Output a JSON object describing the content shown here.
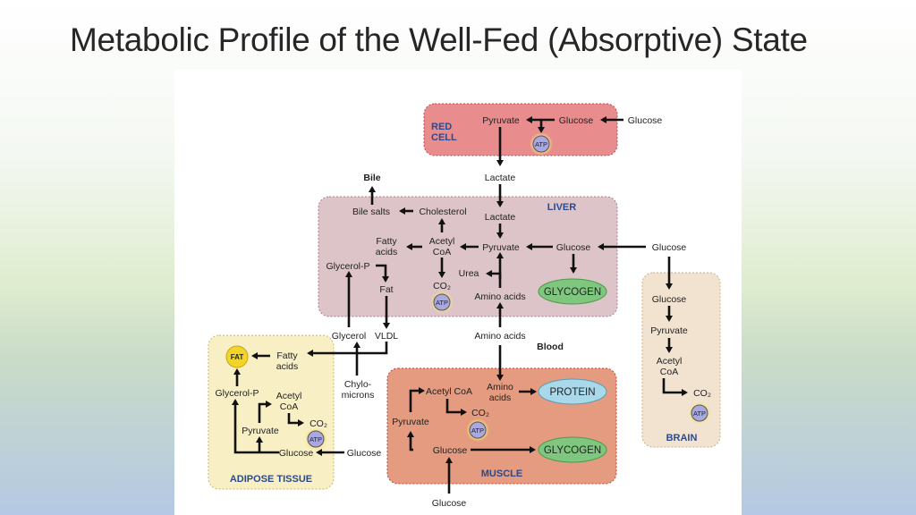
{
  "title": "Metabolic Profile of the Well-Fed (Absorptive) State",
  "colors": {
    "red_cell": "#e98c8e",
    "liver": "#dcc4c9",
    "brain": "#f1e3d0",
    "adipose": "#f8efc4",
    "muscle": "#e59b7f",
    "glycogen": "#7fc77f",
    "protein": "#a8d8ea",
    "fat": "#f2d42a",
    "atp": "#a9a9e0",
    "organ_label": "#2a4a8c"
  },
  "red_cell": {
    "label_1": "RED",
    "label_2": "CELL",
    "pyruvate": "Pyruvate",
    "glucose": "Glucose",
    "glucose_in": "Glucose",
    "atp": "ATP"
  },
  "between": {
    "lactate": "Lactate",
    "bile": "Bile",
    "glycerol": "Glycerol",
    "vldl": "VLDL",
    "amino_acids": "Amino acids",
    "blood": "Blood",
    "chylo_1": "Chylo-",
    "chylo_2": "microns",
    "glucose_liver_in": "Glucose",
    "glucose_adipose_in": "Glucose",
    "glucose_muscle_in": "Glucose"
  },
  "liver": {
    "label": "LIVER",
    "bile_salts": "Bile salts",
    "cholesterol": "Cholesterol",
    "lactate": "Lactate",
    "fatty_1": "Fatty",
    "fatty_2": "acids",
    "acetyl_1": "Acetyl",
    "acetyl_2": "CoA",
    "pyruvate": "Pyruvate",
    "glucose": "Glucose",
    "glycerol_p": "Glycerol-P",
    "fat": "Fat",
    "urea": "Urea",
    "co2": "CO₂",
    "atp": "ATP",
    "amino_acids": "Amino acids",
    "glycogen": "GLYCOGEN"
  },
  "brain": {
    "label": "BRAIN",
    "glucose": "Glucose",
    "pyruvate": "Pyruvate",
    "acetyl_1": "Acetyl",
    "acetyl_2": "CoA",
    "co2": "CO₂",
    "atp": "ATP"
  },
  "adipose": {
    "label": "ADIPOSE TISSUE",
    "fat": "FAT",
    "fatty_1": "Fatty",
    "fatty_2": "acids",
    "glycerol_p": "Glycerol-P",
    "acetyl_1": "Acetyl",
    "acetyl_2": "CoA",
    "co2": "CO₂",
    "pyruvate": "Pyruvate",
    "atp": "ATP",
    "glucose": "Glucose"
  },
  "muscle": {
    "label": "MUSCLE",
    "acetyl_coa": "Acetyl CoA",
    "amino_1": "Amino",
    "amino_2": "acids",
    "protein": "PROTEIN",
    "co2": "CO₂",
    "pyruvate": "Pyruvate",
    "atp": "ATP",
    "glucose": "Glucose",
    "glycogen": "GLYCOGEN"
  }
}
